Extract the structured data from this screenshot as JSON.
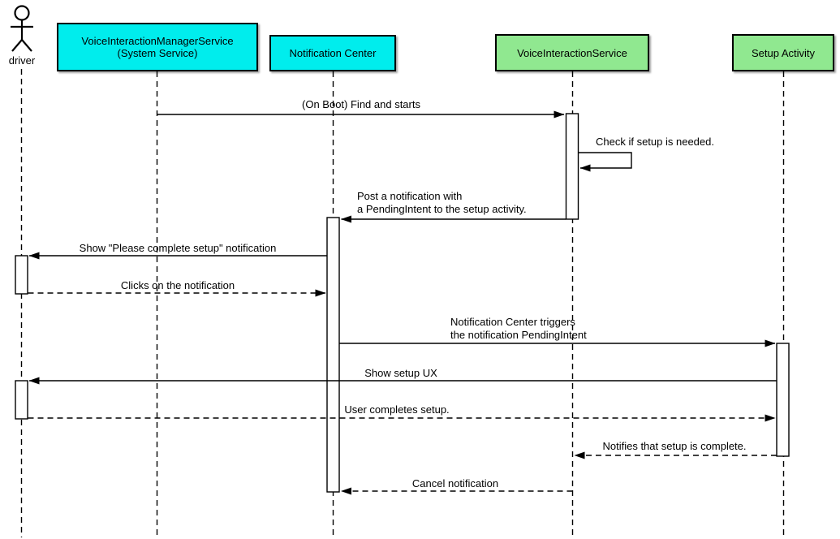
{
  "diagram": {
    "type": "uml-sequence",
    "actor": {
      "label": "driver"
    },
    "participants": [
      {
        "id": "vims",
        "label": "VoiceInteractionManagerService\n(System Service)",
        "color": "#00EDED"
      },
      {
        "id": "notification-center",
        "label": "Notification Center",
        "color": "#00EDED"
      },
      {
        "id": "voice-interaction-service",
        "label": "VoiceInteractionService",
        "color": "#90E890"
      },
      {
        "id": "setup-activity",
        "label": "Setup Activity",
        "color": "#90E890"
      }
    ],
    "messages": [
      {
        "from": "vims",
        "to": "voice-interaction-service",
        "label": "(On Boot) Find and starts",
        "style": "solid"
      },
      {
        "from": "voice-interaction-service",
        "to": "voice-interaction-service",
        "label": "Check if setup is needed.",
        "style": "solid-self"
      },
      {
        "from": "voice-interaction-service",
        "to": "notification-center",
        "label": "Post a notification with\na PendingIntent to the setup activity.",
        "style": "solid"
      },
      {
        "from": "notification-center",
        "to": "driver",
        "label": "Show \"Please complete setup\" notification",
        "style": "solid"
      },
      {
        "from": "driver",
        "to": "notification-center",
        "label": "Clicks on the notification",
        "style": "dashed"
      },
      {
        "from": "notification-center",
        "to": "setup-activity",
        "label": "Notification Center triggers\nthe notification PendingIntent",
        "style": "solid"
      },
      {
        "from": "setup-activity",
        "to": "driver",
        "label": "Show setup UX",
        "style": "solid"
      },
      {
        "from": "driver",
        "to": "setup-activity",
        "label": "User completes setup.",
        "style": "dashed"
      },
      {
        "from": "setup-activity",
        "to": "voice-interaction-service",
        "label": "Notifies that setup is complete.",
        "style": "dashed"
      },
      {
        "from": "voice-interaction-service",
        "to": "notification-center",
        "label": "Cancel notification",
        "style": "dashed"
      }
    ],
    "colors": {
      "participant_system_service": "#00EDED",
      "participant_app": "#90E890",
      "line": "#000000",
      "background": "#FFFFFF"
    }
  }
}
